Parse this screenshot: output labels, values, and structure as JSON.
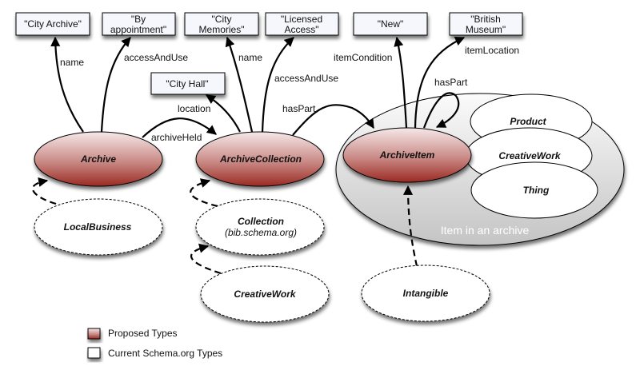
{
  "diagram": {
    "literals": [
      {
        "id": "lit-city-archive",
        "lines": [
          "\"City Archive\""
        ]
      },
      {
        "id": "lit-by-appointment",
        "lines": [
          "\"By",
          "appointment\""
        ]
      },
      {
        "id": "lit-city-memories",
        "lines": [
          "\"City",
          "Memories\""
        ]
      },
      {
        "id": "lit-licensed-access",
        "lines": [
          "\"Licensed",
          "Access\""
        ]
      },
      {
        "id": "lit-new",
        "lines": [
          "\"New\""
        ]
      },
      {
        "id": "lit-british-museum",
        "lines": [
          "\"British",
          "Museum\""
        ]
      },
      {
        "id": "lit-city-hall",
        "lines": [
          "\"City Hall\""
        ]
      }
    ],
    "proposed_nodes": [
      {
        "id": "archive",
        "label": "Archive"
      },
      {
        "id": "archive-collection",
        "label": "ArchiveCollection"
      },
      {
        "id": "archive-item",
        "label": "ArchiveItem"
      }
    ],
    "current_nodes": [
      {
        "id": "local-business",
        "label": "LocalBusiness"
      },
      {
        "id": "collection",
        "label": "Collection",
        "sublabel": "(bib.schema.org)"
      },
      {
        "id": "creative-work-lower",
        "label": "CreativeWork"
      },
      {
        "id": "intangible",
        "label": "Intangible"
      },
      {
        "id": "product",
        "label": "Product"
      },
      {
        "id": "creative-work-inner",
        "label": "CreativeWork"
      },
      {
        "id": "thing",
        "label": "Thing"
      }
    ],
    "container": {
      "label": "Item in an archive"
    },
    "edges": [
      {
        "from": "archive",
        "to": "lit-city-archive",
        "label": "name"
      },
      {
        "from": "archive",
        "to": "lit-by-appointment",
        "label": "accessAndUse"
      },
      {
        "from": "archive",
        "to": "archive-collection",
        "label": "archiveHeld"
      },
      {
        "from": "archive-collection",
        "to": "lit-city-hall",
        "label": "location"
      },
      {
        "from": "archive-collection",
        "to": "lit-city-memories",
        "label": "name"
      },
      {
        "from": "archive-collection",
        "to": "lit-licensed-access",
        "label": "accessAndUse"
      },
      {
        "from": "archive-collection",
        "to": "archive-item",
        "label": "hasPart"
      },
      {
        "from": "archive-item",
        "to": "lit-new",
        "label": "itemCondition"
      },
      {
        "from": "archive-item",
        "to": "lit-british-museum",
        "label": "itemLocation"
      },
      {
        "from": "archive-item",
        "to": "archive-item",
        "label": "hasPart"
      }
    ],
    "subclass_edges": [
      {
        "from": "local-business",
        "to": "archive"
      },
      {
        "from": "collection",
        "to": "archive-collection"
      },
      {
        "from": "creative-work-lower",
        "to": "collection"
      },
      {
        "from": "intangible",
        "to": "archive-item"
      }
    ]
  },
  "legend": {
    "items": [
      {
        "label": "Proposed Types",
        "swatch": "proposed"
      },
      {
        "label": "Current Schema.org Types",
        "swatch": "current"
      }
    ]
  },
  "colors": {
    "proposed_top": "#f3e4e4",
    "proposed_bottom": "#9e2f28",
    "current_fill": "#ffffff",
    "literal_fill": "#f5f7fd",
    "container_top": "#fdfdfd",
    "container_bottom": "#c8c8c8"
  }
}
